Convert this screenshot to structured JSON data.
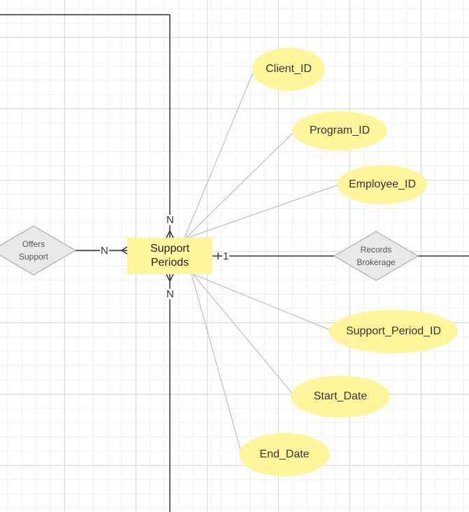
{
  "entity": {
    "name": "Support\nPeriods"
  },
  "relationships": [
    {
      "id": "offers-support",
      "label": "Offers\nSupport"
    },
    {
      "id": "records-brokerage",
      "label": "Records\nBrokerage"
    }
  ],
  "attributes": [
    {
      "id": "client-id",
      "label": "Client_ID"
    },
    {
      "id": "program-id",
      "label": "Program_ID"
    },
    {
      "id": "employee-id",
      "label": "Employee_ID"
    },
    {
      "id": "support-period-id",
      "label": "Support_Period_ID"
    },
    {
      "id": "start-date",
      "label": "Start_Date"
    },
    {
      "id": "end-date",
      "label": "End_Date"
    }
  ],
  "cardinalities": {
    "top": "N",
    "left": "N",
    "bottom": "N",
    "right": "1"
  },
  "colors": {
    "entity_fill": "#fff59a",
    "attribute_fill": "#fff59a",
    "relationship_fill": "#e8e8e8",
    "line": "#333333",
    "attribute_line": "#b5b5b5"
  }
}
